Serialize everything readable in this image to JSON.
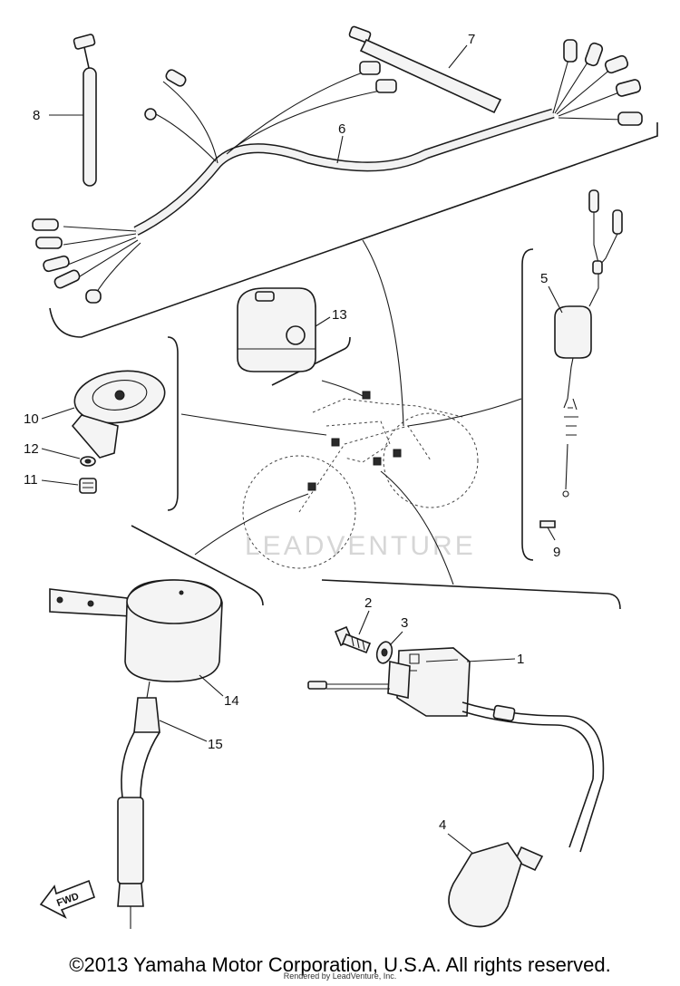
{
  "labels": {
    "p1": "1",
    "p2": "2",
    "p3": "3",
    "p4": "4",
    "p5": "5",
    "p6": "6",
    "p7": "7",
    "p8": "8",
    "p9": "9",
    "p10": "10",
    "p11": "11",
    "p12": "12",
    "p13": "13",
    "p14": "14",
    "p15": "15"
  },
  "fwd_label": "FWD",
  "watermark": "LEADVENTURE",
  "copyright": "©2013 Yamaha Motor Corporation, U.S.A. All rights reserved.",
  "rendered_by": "Rendered by LeadVenture, Inc."
}
